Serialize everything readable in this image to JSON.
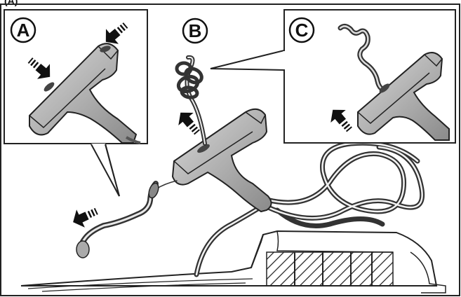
{
  "figure": {
    "corner_label": "(A)",
    "callouts": [
      {
        "letter": "A",
        "panel": "inset-left"
      },
      {
        "letter": "B",
        "panel": "main"
      },
      {
        "letter": "C",
        "panel": "inset-right"
      }
    ]
  },
  "icons": {
    "handle": "t-handle-icon",
    "cord": "pull-cord",
    "arrow": "striped-arrow-icon",
    "knot": "knot-icon",
    "machine": "machine-housing"
  }
}
